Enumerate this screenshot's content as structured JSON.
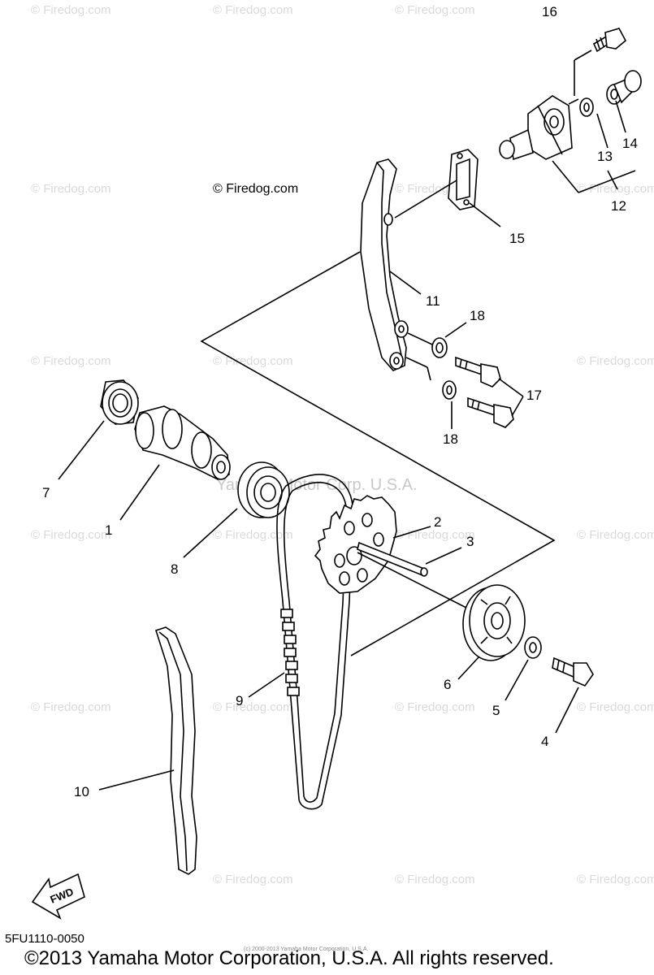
{
  "watermark": "© Firedog.com",
  "center_watermark": "Yamaha Motor Corp. U.S.A.",
  "fwd_label": "FWD",
  "part_code": "5FU1110-0050",
  "small_copyright": "(c) 2000-2013 Yamaha Motor Corporation, U.S.A.",
  "copyright": "©2013 Yamaha Motor Corporation, U.S.A. All rights reserved.",
  "callouts": {
    "c1": "1",
    "c2": "2",
    "c3": "3",
    "c4": "4",
    "c5": "5",
    "c6": "6",
    "c7": "7",
    "c8": "8",
    "c9": "9",
    "c10": "10",
    "c11": "11",
    "c12": "12",
    "c13": "13",
    "c14": "14",
    "c15": "15",
    "c16": "16",
    "c17": "17",
    "c18a": "18",
    "c18b": "18"
  }
}
